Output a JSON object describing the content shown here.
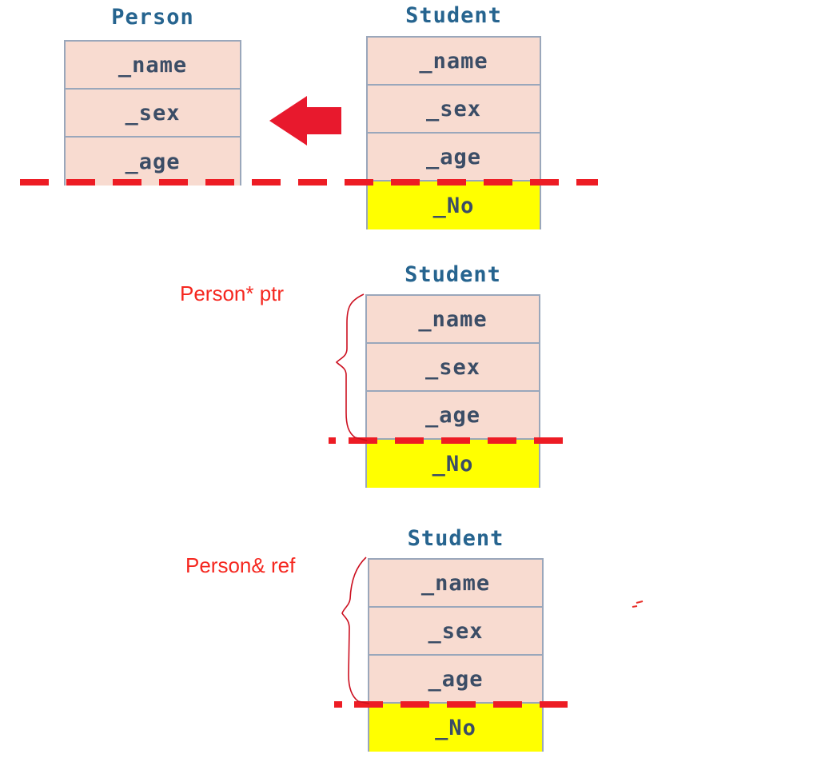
{
  "top": {
    "person": {
      "title": "Person",
      "fields": [
        "_name",
        "_sex",
        "_age"
      ]
    },
    "student": {
      "title": "Student",
      "fields": [
        "_name",
        "_sex",
        "_age"
      ],
      "extra": "_No"
    },
    "arrow_icon": "left-block-arrow"
  },
  "middle": {
    "label": "Person* ptr",
    "student": {
      "title": "Student",
      "fields": [
        "_name",
        "_sex",
        "_age"
      ],
      "extra": "_No"
    },
    "brace_icon": "curly-brace"
  },
  "bottom": {
    "label": "Person& ref",
    "student": {
      "title": "Student",
      "fields": [
        "_name",
        "_sex",
        "_age"
      ],
      "extra": "_No"
    },
    "brace_icon": "curly-brace"
  },
  "colors": {
    "field_fill": "#f8dbd0",
    "extra_fill": "#ffff00",
    "box_border": "#9aa7bb",
    "title_text": "#26648f",
    "field_text": "#3b4d66",
    "slice_red": "#ed1c24",
    "label_red": "#f5271f"
  }
}
